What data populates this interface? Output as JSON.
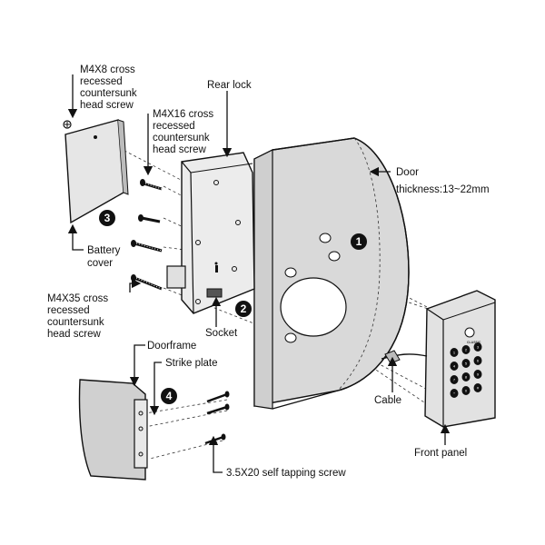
{
  "labels": {
    "m4x8_screw": [
      "M4X8 cross",
      "recessed",
      "countersunk",
      "head screw"
    ],
    "rear_lock": "Rear lock",
    "m4x16_screw": [
      "M4X16 cross",
      "recessed",
      "countersunk",
      "head screw"
    ],
    "door": [
      "Door",
      "thickness:13~22mm"
    ],
    "battery_cover": [
      "Battery",
      "cover"
    ],
    "m4x35_screw": [
      "M4X35 cross",
      "recessed",
      "countersunk",
      "head screw"
    ],
    "socket": "Socket",
    "doorframe": "Doorframe",
    "strike_plate": "Strike plate",
    "cable": "Cable",
    "front_panel": "Front panel",
    "self_tapping_screw": "3.5X20 self tapping screw"
  },
  "steps": [
    "1",
    "2",
    "3",
    "4"
  ],
  "keypad": {
    "brand": "CLASSIC",
    "keys": [
      "1",
      "2",
      "3",
      "4",
      "5",
      "6",
      "7",
      "8",
      "9",
      "*",
      "0",
      "#"
    ]
  },
  "colors": {
    "door_fill": "#d9d9d9",
    "panel_fill": "#e2e2e2",
    "ink": "#111111",
    "step_badge": "#111111"
  }
}
